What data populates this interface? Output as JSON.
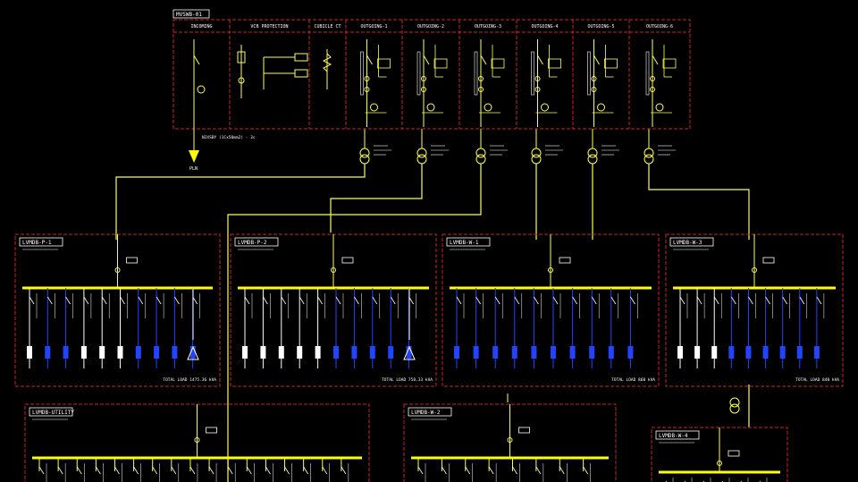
{
  "main_panel": {
    "tag": "MVSWB-01",
    "sections": [
      "INCOMING",
      "VCB PROTECTION",
      "CUBICLE CT",
      "OUTGOING-1",
      "OUTGOING-2",
      "OUTGOING-3",
      "OUTGOING-4",
      "OUTGOING-5",
      "OUTGOING-6"
    ],
    "incoming_cable": "N2XSBY (1Cx50mm2) - 3c",
    "pln_label": "PLN"
  },
  "boards": [
    {
      "title": "LVMDB-P-1",
      "total": "TOTAL LOAD   1475.36 kVA"
    },
    {
      "title": "LVMDB-P-2",
      "total": "TOTAL LOAD   758.33 kVA"
    },
    {
      "title": "LVMDB-W-1",
      "total": "TOTAL LOAD   860 kVA"
    },
    {
      "title": "LVMDB-W-3",
      "total": "TOTAL LOAD   840 kVA"
    },
    {
      "title": "LVMDB-UTILITY",
      "total": ""
    },
    {
      "title": "LVMDB-W-2",
      "total": ""
    },
    {
      "title": "LVMDB-W-4",
      "total": ""
    }
  ],
  "colors": {
    "panel_border": "#d0202a",
    "wire": "#ffff4d",
    "busbar": "#ffff00",
    "outgoing": "#2244ff",
    "text": "#ffffff"
  }
}
